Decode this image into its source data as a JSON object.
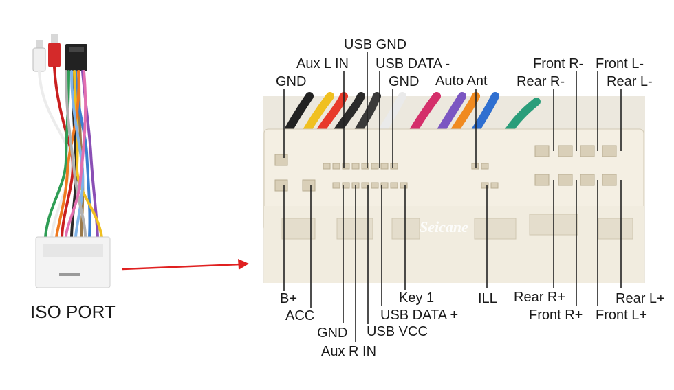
{
  "caption": "ISO PORT",
  "watermark": "Seicane",
  "colors": {
    "arrow": "#e02020",
    "connector_body": "#f2ede2",
    "leader": "#222222"
  },
  "top_labels": [
    {
      "key": "usb_gnd",
      "text": "USB GND"
    },
    {
      "key": "aux_l_in",
      "text": "Aux L IN"
    },
    {
      "key": "usb_data_minus",
      "text": "USB DATA -"
    },
    {
      "key": "gnd_top_left",
      "text": "GND"
    },
    {
      "key": "gnd_top_mid",
      "text": "GND"
    },
    {
      "key": "auto_ant",
      "text": "Auto Ant"
    },
    {
      "key": "front_r_minus",
      "text": "Front R-"
    },
    {
      "key": "front_l_minus",
      "text": "Front L-"
    },
    {
      "key": "rear_r_minus",
      "text": "Rear R-"
    },
    {
      "key": "rear_l_minus",
      "text": "Rear L-"
    }
  ],
  "bottom_labels": [
    {
      "key": "b_plus",
      "text": "B+"
    },
    {
      "key": "acc",
      "text": "ACC"
    },
    {
      "key": "gnd_bottom",
      "text": "GND"
    },
    {
      "key": "aux_r_in",
      "text": "Aux R IN"
    },
    {
      "key": "usb_vcc",
      "text": "USB VCC"
    },
    {
      "key": "usb_data_plus",
      "text": "USB DATA +"
    },
    {
      "key": "key_1",
      "text": "Key 1"
    },
    {
      "key": "ill",
      "text": "ILL"
    },
    {
      "key": "rear_r_plus",
      "text": "Rear R+"
    },
    {
      "key": "front_r_plus",
      "text": "Front R+"
    },
    {
      "key": "rear_l_plus",
      "text": "Rear L+"
    },
    {
      "key": "front_l_plus",
      "text": "Front L+"
    }
  ]
}
